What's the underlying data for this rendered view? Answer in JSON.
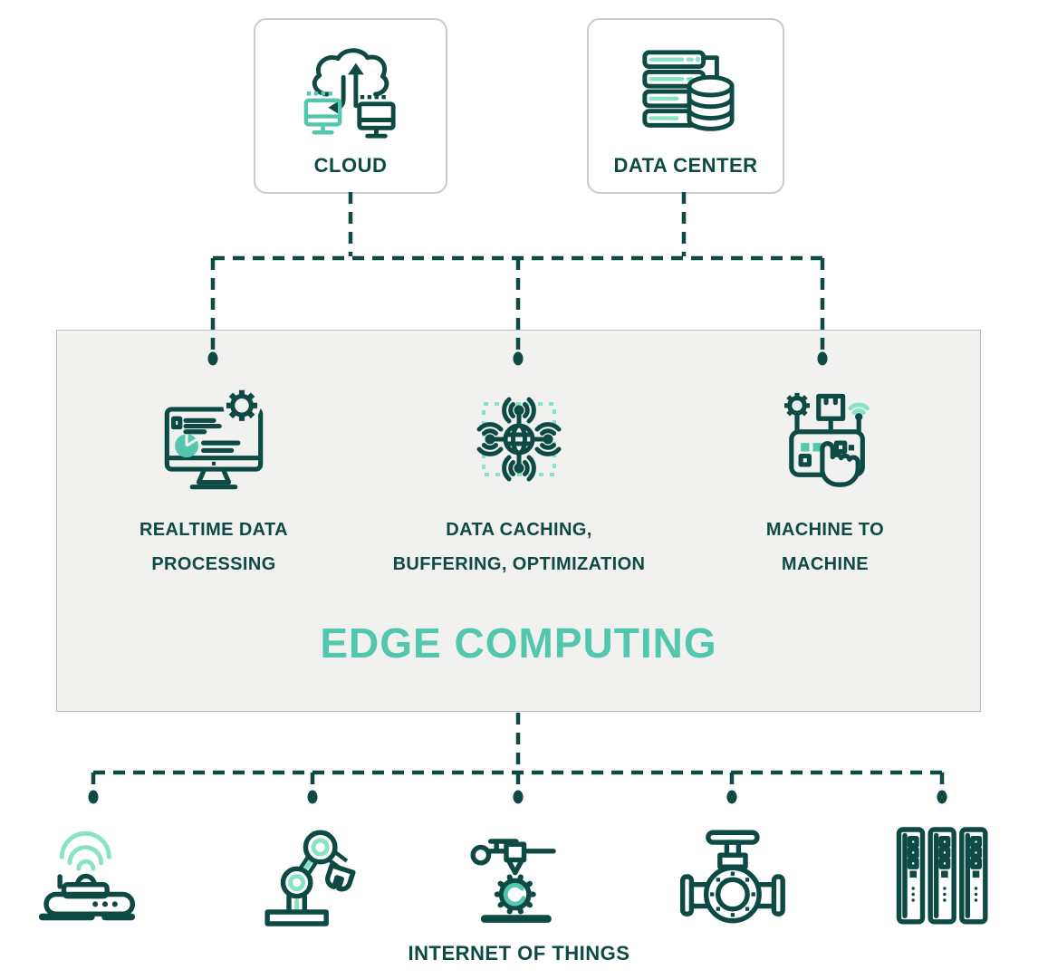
{
  "colors": {
    "dark_teal": "#0d4a43",
    "accent_teal": "#53c6ae",
    "light_mint": "#86e3c4",
    "panel_background": "#f1f1f0",
    "node_border": "#cbcbcb"
  },
  "top_nodes": [
    {
      "label": "CLOUD",
      "icon": "cloud-transfer-icon"
    },
    {
      "label": "DATA CENTER",
      "icon": "data-center-icon"
    }
  ],
  "edge_panel": {
    "title": "EDGE COMPUTING",
    "features": [
      {
        "line1": "REALTIME DATA",
        "line2": "PROCESSING",
        "icon": "realtime-data-processing-icon"
      },
      {
        "line1": "DATA CACHING,",
        "line2": "BUFFERING, OPTIMIZATION",
        "icon": "data-caching-icon"
      },
      {
        "line1": "MACHINE TO",
        "line2": "MACHINE",
        "icon": "machine-to-machine-icon"
      }
    ]
  },
  "bottom": {
    "label": "INTERNET OF THINGS",
    "devices": [
      "iot-smart-device-icon",
      "robot-arm-icon",
      "printer-3d-icon",
      "industrial-valve-icon",
      "server-rack-icon"
    ]
  }
}
